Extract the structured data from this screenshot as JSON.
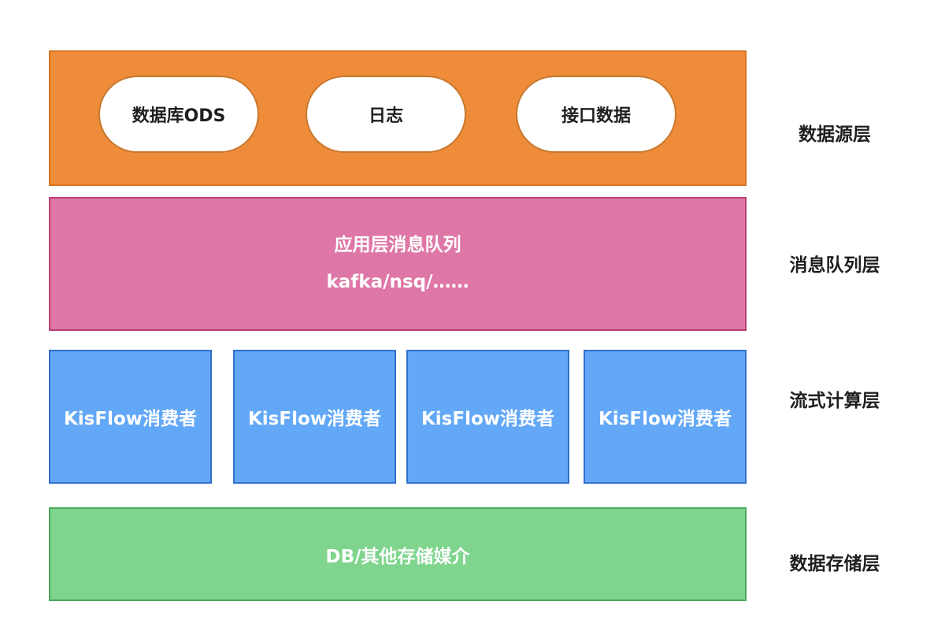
{
  "layers": {
    "source": {
      "items": [
        "数据库ODS",
        "日志",
        "接口数据"
      ],
      "label": "数据源层"
    },
    "queue": {
      "title": "应用层消息队列",
      "subtitle": "kafka/nsq/……",
      "label": "消息队列层"
    },
    "compute": {
      "consumers": [
        "KisFlow消费者",
        "KisFlow消费者",
        "KisFlow消费者",
        "KisFlow消费者"
      ],
      "label": "流式计算层"
    },
    "storage": {
      "title": "DB/其他存储媒介",
      "label": "数据存储层"
    }
  },
  "colors": {
    "source_fill": "#ef8c3a",
    "queue_fill": "#de77a7",
    "compute_fill": "#63a8f7",
    "storage_fill": "#7fd58d"
  }
}
